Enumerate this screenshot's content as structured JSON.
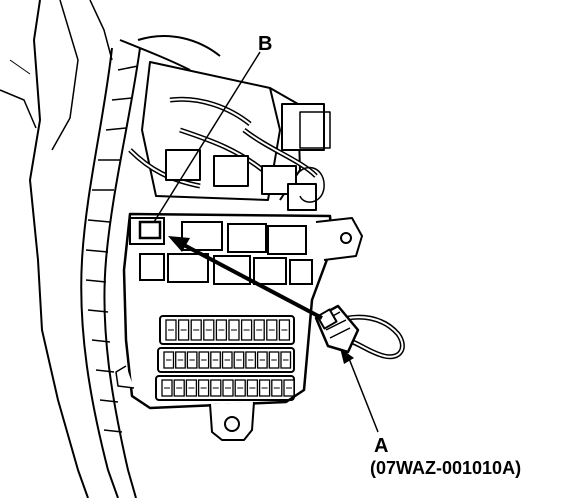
{
  "labels": {
    "b": "B",
    "a": "A",
    "part_number": "(07WAZ-001010A)"
  }
}
